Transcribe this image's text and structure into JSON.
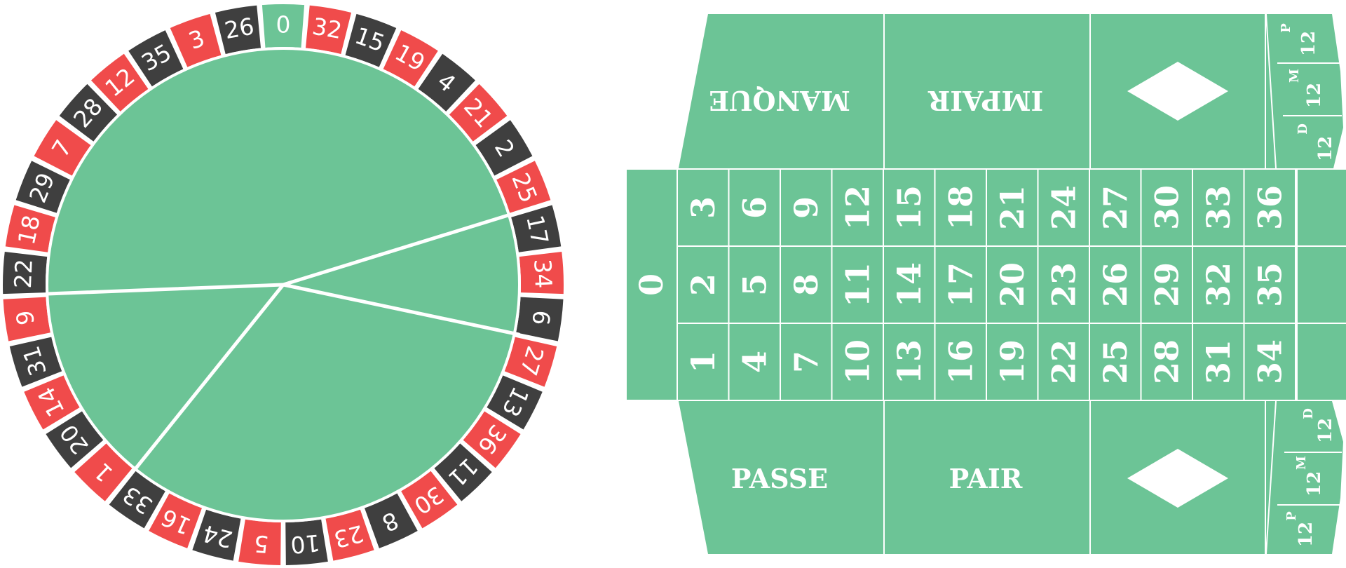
{
  "wheel": {
    "numbers": [
      "0",
      "32",
      "15",
      "19",
      "4",
      "21",
      "2",
      "25",
      "17",
      "34",
      "6",
      "27",
      "13",
      "36",
      "11",
      "30",
      "8",
      "23",
      "10",
      "5",
      "24",
      "16",
      "33",
      "1",
      "20",
      "14",
      "31",
      "9",
      "22",
      "18",
      "29",
      "7",
      "28",
      "12",
      "35",
      "3",
      "26"
    ],
    "colors": {
      "zero": "#6cc496",
      "red": "#f04b4b",
      "black": "#3f3f3f",
      "felt": "#6cc496",
      "line": "#ffffff"
    }
  },
  "table": {
    "zero_label": "0",
    "rows": [
      [
        "3",
        "6",
        "9",
        "12",
        "15",
        "18",
        "21",
        "24",
        "27",
        "30",
        "33",
        "36"
      ],
      [
        "2",
        "5",
        "8",
        "11",
        "14",
        "17",
        "20",
        "23",
        "26",
        "29",
        "32",
        "35"
      ],
      [
        "1",
        "4",
        "7",
        "10",
        "13",
        "16",
        "19",
        "22",
        "25",
        "28",
        "31",
        "34"
      ]
    ],
    "top_labels": {
      "manque": "MANQUE",
      "impair": "IMPAIR"
    },
    "bottom_labels": {
      "passe": "PASSE",
      "pair": "PAIR"
    },
    "dozens_top": [
      {
        "letter": "P",
        "num": "12"
      },
      {
        "letter": "M",
        "num": "12"
      },
      {
        "letter": "D",
        "num": "12"
      }
    ],
    "dozens_bottom": [
      {
        "letter": "D",
        "num": "12"
      },
      {
        "letter": "M",
        "num": "12"
      },
      {
        "letter": "P",
        "num": "12"
      }
    ],
    "colors": {
      "felt": "#6cc496",
      "line": "#ffffff",
      "diamond": "#ffffff"
    }
  }
}
